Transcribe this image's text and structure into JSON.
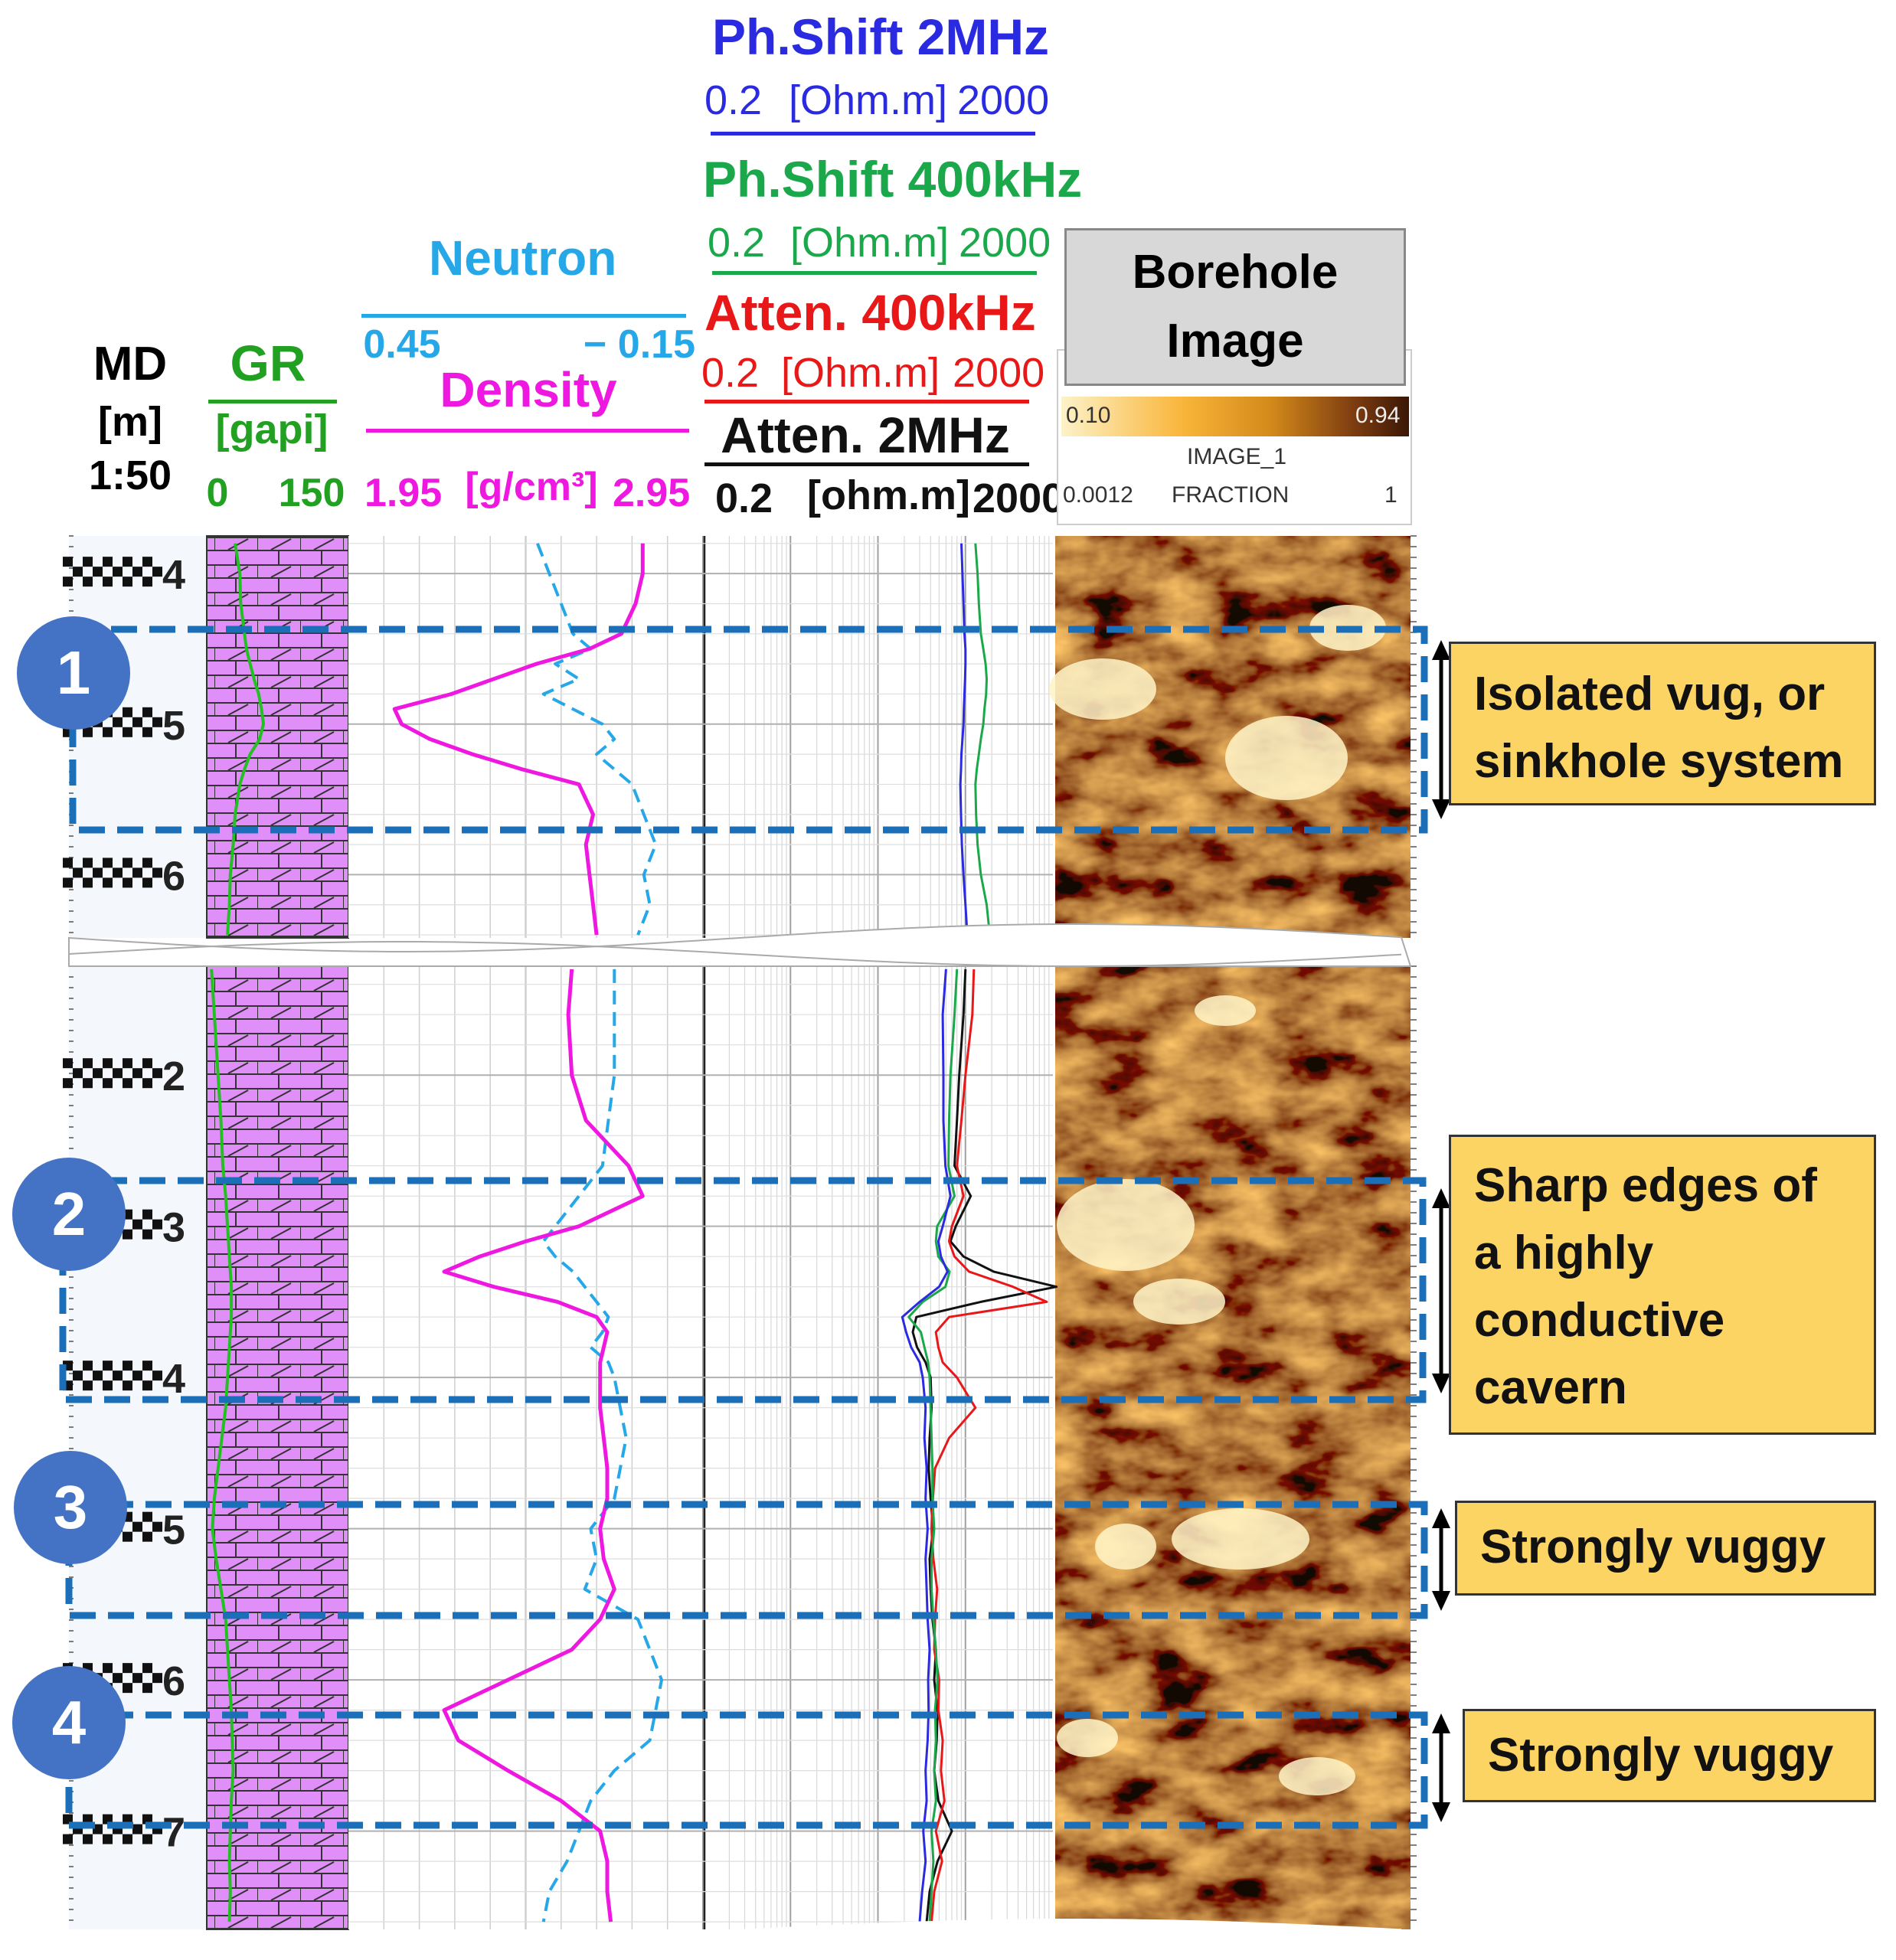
{
  "headers": {
    "md": [
      "MD",
      "[m]",
      "1:50"
    ],
    "gr": {
      "title": "GR",
      "unit": "[gapi]",
      "min": "0",
      "max": "150"
    },
    "neutron": {
      "title": "Neutron",
      "min": "0.45",
      "max": "− 0.15"
    },
    "density": {
      "title": "Density",
      "unit": "[g/cm³]",
      "min": "1.95",
      "max": "2.95"
    },
    "ph2": {
      "title": "Ph.Shift 2MHz",
      "min": "0.2",
      "unit": "[Ohm.m]",
      "max": "2000"
    },
    "ph400": {
      "title": "Ph.Shift 400kHz",
      "min": "0.2",
      "unit": "[Ohm.m]",
      "max": "2000"
    },
    "at400": {
      "title": "Atten. 400kHz",
      "min": "0.2",
      "unit": "[Ohm.m]",
      "max": "2000"
    },
    "at2": {
      "title": "Atten. 2MHz",
      "min": "0.2",
      "unit": "[ohm.m]",
      "max": "2000"
    },
    "borehole": {
      "title_l1": "Borehole",
      "title_l2": "Image",
      "scale_min": "0.10",
      "scale_max": "0.94",
      "image_name": "IMAGE_1",
      "frac_min": "0.0012",
      "frac_label": "FRACTION",
      "frac_max": "1"
    }
  },
  "depth_ticks": {
    "panel1": [
      "4",
      "5",
      "6"
    ],
    "panel2": [
      "2",
      "3",
      "4",
      "5",
      "6",
      "7"
    ]
  },
  "annotations": [
    {
      "badge": "1",
      "text": "Isolated vug, or sinkhole system"
    },
    {
      "badge": "2",
      "text": "Sharp edges of a highly conductive cavern"
    },
    {
      "badge": "3",
      "text": "Strongly vuggy"
    },
    {
      "badge": "4",
      "text": "Strongly vuggy"
    }
  ],
  "colors": {
    "gr": "#22c020",
    "neutron": "#26a8e8",
    "density": "#ee18e0",
    "ph2": "#2a2ae0",
    "ph400": "#1aa84a",
    "at400": "#e81818",
    "at2": "#111111",
    "lith": "#e08ef8",
    "box": "#1a6fb8",
    "badge": "#4472c4",
    "callout": "#fcd464"
  },
  "chart_data": {
    "type": "line",
    "tracks": [
      "MD",
      "GR",
      "Neutron/Density",
      "Resistivity",
      "Borehole Image"
    ],
    "resistivity_scale": "log",
    "panel1": {
      "depth": [
        3.8,
        4.0,
        4.2,
        4.4,
        4.5,
        4.6,
        4.7,
        4.8,
        4.9,
        5.0,
        5.1,
        5.2,
        5.3,
        5.4,
        5.6,
        5.8,
        6.0,
        6.2,
        6.4
      ],
      "gr": [
        30,
        35,
        36,
        40,
        42,
        46,
        50,
        55,
        58,
        60,
        56,
        46,
        40,
        35,
        30,
        28,
        25,
        24,
        22
      ],
      "neutron": [
        0.13,
        0.11,
        0.09,
        0.07,
        0.04,
        0.1,
        0.06,
        0.12,
        0.07,
        0.02,
        0.0,
        0.03,
        0.0,
        -0.03,
        -0.05,
        -0.07,
        -0.05,
        -0.06,
        -0.04
      ],
      "density": [
        2.78,
        2.78,
        2.76,
        2.72,
        2.63,
        2.48,
        2.36,
        2.24,
        2.08,
        2.1,
        2.18,
        2.3,
        2.44,
        2.6,
        2.64,
        2.62,
        2.63,
        2.64,
        2.65
      ],
      "ph2": [
        180,
        185,
        190,
        195,
        200,
        200,
        198,
        195,
        192,
        190,
        185,
        180,
        178,
        175,
        178,
        182,
        190,
        200,
        210
      ],
      "ph400": [
        260,
        275,
        285,
        300,
        320,
        340,
        350,
        345,
        330,
        320,
        300,
        285,
        270,
        260,
        265,
        275,
        300,
        350,
        380
      ]
    },
    "panel2": {
      "depth": [
        1.3,
        1.6,
        2.0,
        2.3,
        2.6,
        2.8,
        3.0,
        3.1,
        3.2,
        3.3,
        3.4,
        3.5,
        3.6,
        3.7,
        3.8,
        3.9,
        4.0,
        4.2,
        4.4,
        4.6,
        4.8,
        5.0,
        5.2,
        5.4,
        5.6,
        5.8,
        6.0,
        6.2,
        6.4,
        6.6,
        6.8,
        7.0,
        7.2,
        7.4,
        7.6
      ],
      "gr": [
        5,
        8,
        12,
        15,
        17,
        20,
        22,
        23,
        24,
        25,
        26,
        26,
        26,
        25,
        24,
        23,
        22,
        20,
        16,
        12,
        8,
        6,
        10,
        15,
        20,
        22,
        24,
        26,
        27,
        28,
        26,
        25,
        24,
        25,
        24
      ],
      "neutron": [
        0.0,
        0.0,
        0.0,
        0.01,
        0.02,
        0.06,
        0.1,
        0.12,
        0.1,
        0.07,
        0.05,
        0.03,
        0.01,
        0.02,
        0.04,
        0.01,
        0.0,
        -0.01,
        -0.02,
        -0.01,
        0.0,
        0.04,
        0.03,
        0.05,
        -0.04,
        -0.06,
        -0.08,
        -0.07,
        -0.06,
        0.0,
        0.04,
        0.06,
        0.08,
        0.11,
        0.12
      ],
      "density": [
        2.58,
        2.57,
        2.58,
        2.62,
        2.74,
        2.78,
        2.6,
        2.45,
        2.32,
        2.22,
        2.36,
        2.54,
        2.65,
        2.68,
        2.67,
        2.66,
        2.66,
        2.66,
        2.67,
        2.68,
        2.68,
        2.66,
        2.67,
        2.7,
        2.66,
        2.58,
        2.4,
        2.22,
        2.26,
        2.4,
        2.55,
        2.66,
        2.68,
        2.68,
        2.69
      ],
      "ph2": [
        120,
        110,
        112,
        112,
        118,
        135,
        110,
        98,
        105,
        125,
        100,
        60,
        38,
        42,
        48,
        60,
        65,
        70,
        68,
        72,
        70,
        74,
        70,
        72,
        74,
        78,
        75,
        76,
        74,
        70,
        72,
        66,
        70,
        64,
        60
      ],
      "ph400": [
        160,
        150,
        135,
        130,
        128,
        150,
        95,
        92,
        98,
        132,
        118,
        65,
        45,
        62,
        68,
        75,
        78,
        80,
        82,
        84,
        84,
        88,
        82,
        82,
        86,
        92,
        96,
        90,
        92,
        88,
        92,
        82,
        86,
        82,
        78
      ],
      "at400": [
        250,
        240,
        200,
        180,
        160,
        190,
        140,
        130,
        150,
        220,
        700,
        1700,
        130,
        92,
        98,
        110,
        160,
        260,
        130,
        90,
        85,
        82,
        86,
        95,
        90,
        88,
        100,
        98,
        110,
        105,
        115,
        92,
        108,
        88,
        82
      ],
      "at2": [
        200,
        190,
        170,
        160,
        150,
        230,
        155,
        135,
        190,
        420,
        2200,
        300,
        55,
        50,
        56,
        70,
        80,
        82,
        78,
        76,
        80,
        86,
        78,
        80,
        84,
        92,
        88,
        96,
        94,
        88,
        98,
        140,
        96,
        78,
        72
      ]
    }
  }
}
